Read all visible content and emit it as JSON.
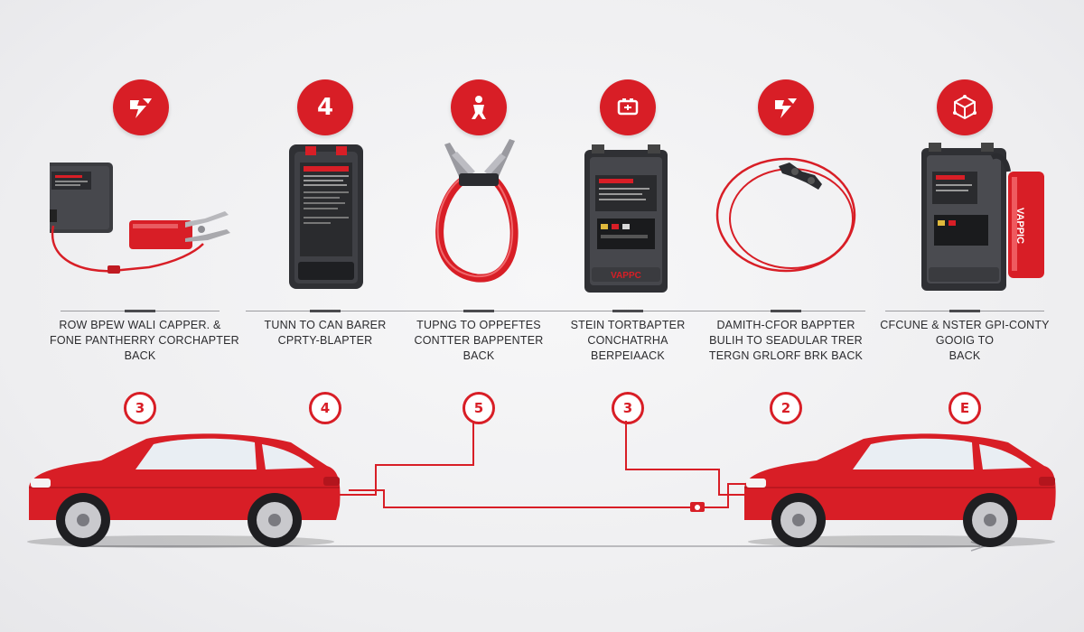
{
  "steps": [
    {
      "icon": "lightning-bolt-icon",
      "icon_text": "",
      "caption": [
        "ROW BPEW WALI CAPPER. &",
        "FONE PANTHERRY CORCHAPTER",
        "BACK"
      ],
      "number": "3"
    },
    {
      "icon": "number-badge-icon",
      "icon_text": "4",
      "caption": [
        "TUNN TO CAN BARER",
        "CPRTY-BLAPTER"
      ],
      "number": "4"
    },
    {
      "icon": "person-warning-icon",
      "icon_text": "",
      "caption": [
        "TUPNG TO OPPEFTES",
        "CONTTER BAPPENTER",
        "BACK"
      ],
      "number": "5"
    },
    {
      "icon": "battery-warning-icon",
      "icon_text": "",
      "caption": [
        "STEIN TORTBAPTER",
        "CONCHATRHA",
        "BERPEIAACK"
      ],
      "number": "3"
    },
    {
      "icon": "lightning-bolt-icon",
      "icon_text": "",
      "caption": [
        "DAMITH-CFOR BAPPTER",
        "BULIH TO SEADULAR TRER",
        "TERGN GRLORF BRK BACK"
      ],
      "number": "2"
    },
    {
      "icon": "cube-network-icon",
      "icon_text": "",
      "caption": [
        "CFCUNE & NSTER GPI-CONTY",
        "GOOIG TO",
        "BACK"
      ],
      "number": "E"
    }
  ],
  "colors": {
    "accent": "#d81e26",
    "dark": "#3a3b3f",
    "text": "#2b2b2e",
    "background": "#efeff1"
  },
  "battery_label": "VAPPC",
  "side_label": "VAPPIC"
}
